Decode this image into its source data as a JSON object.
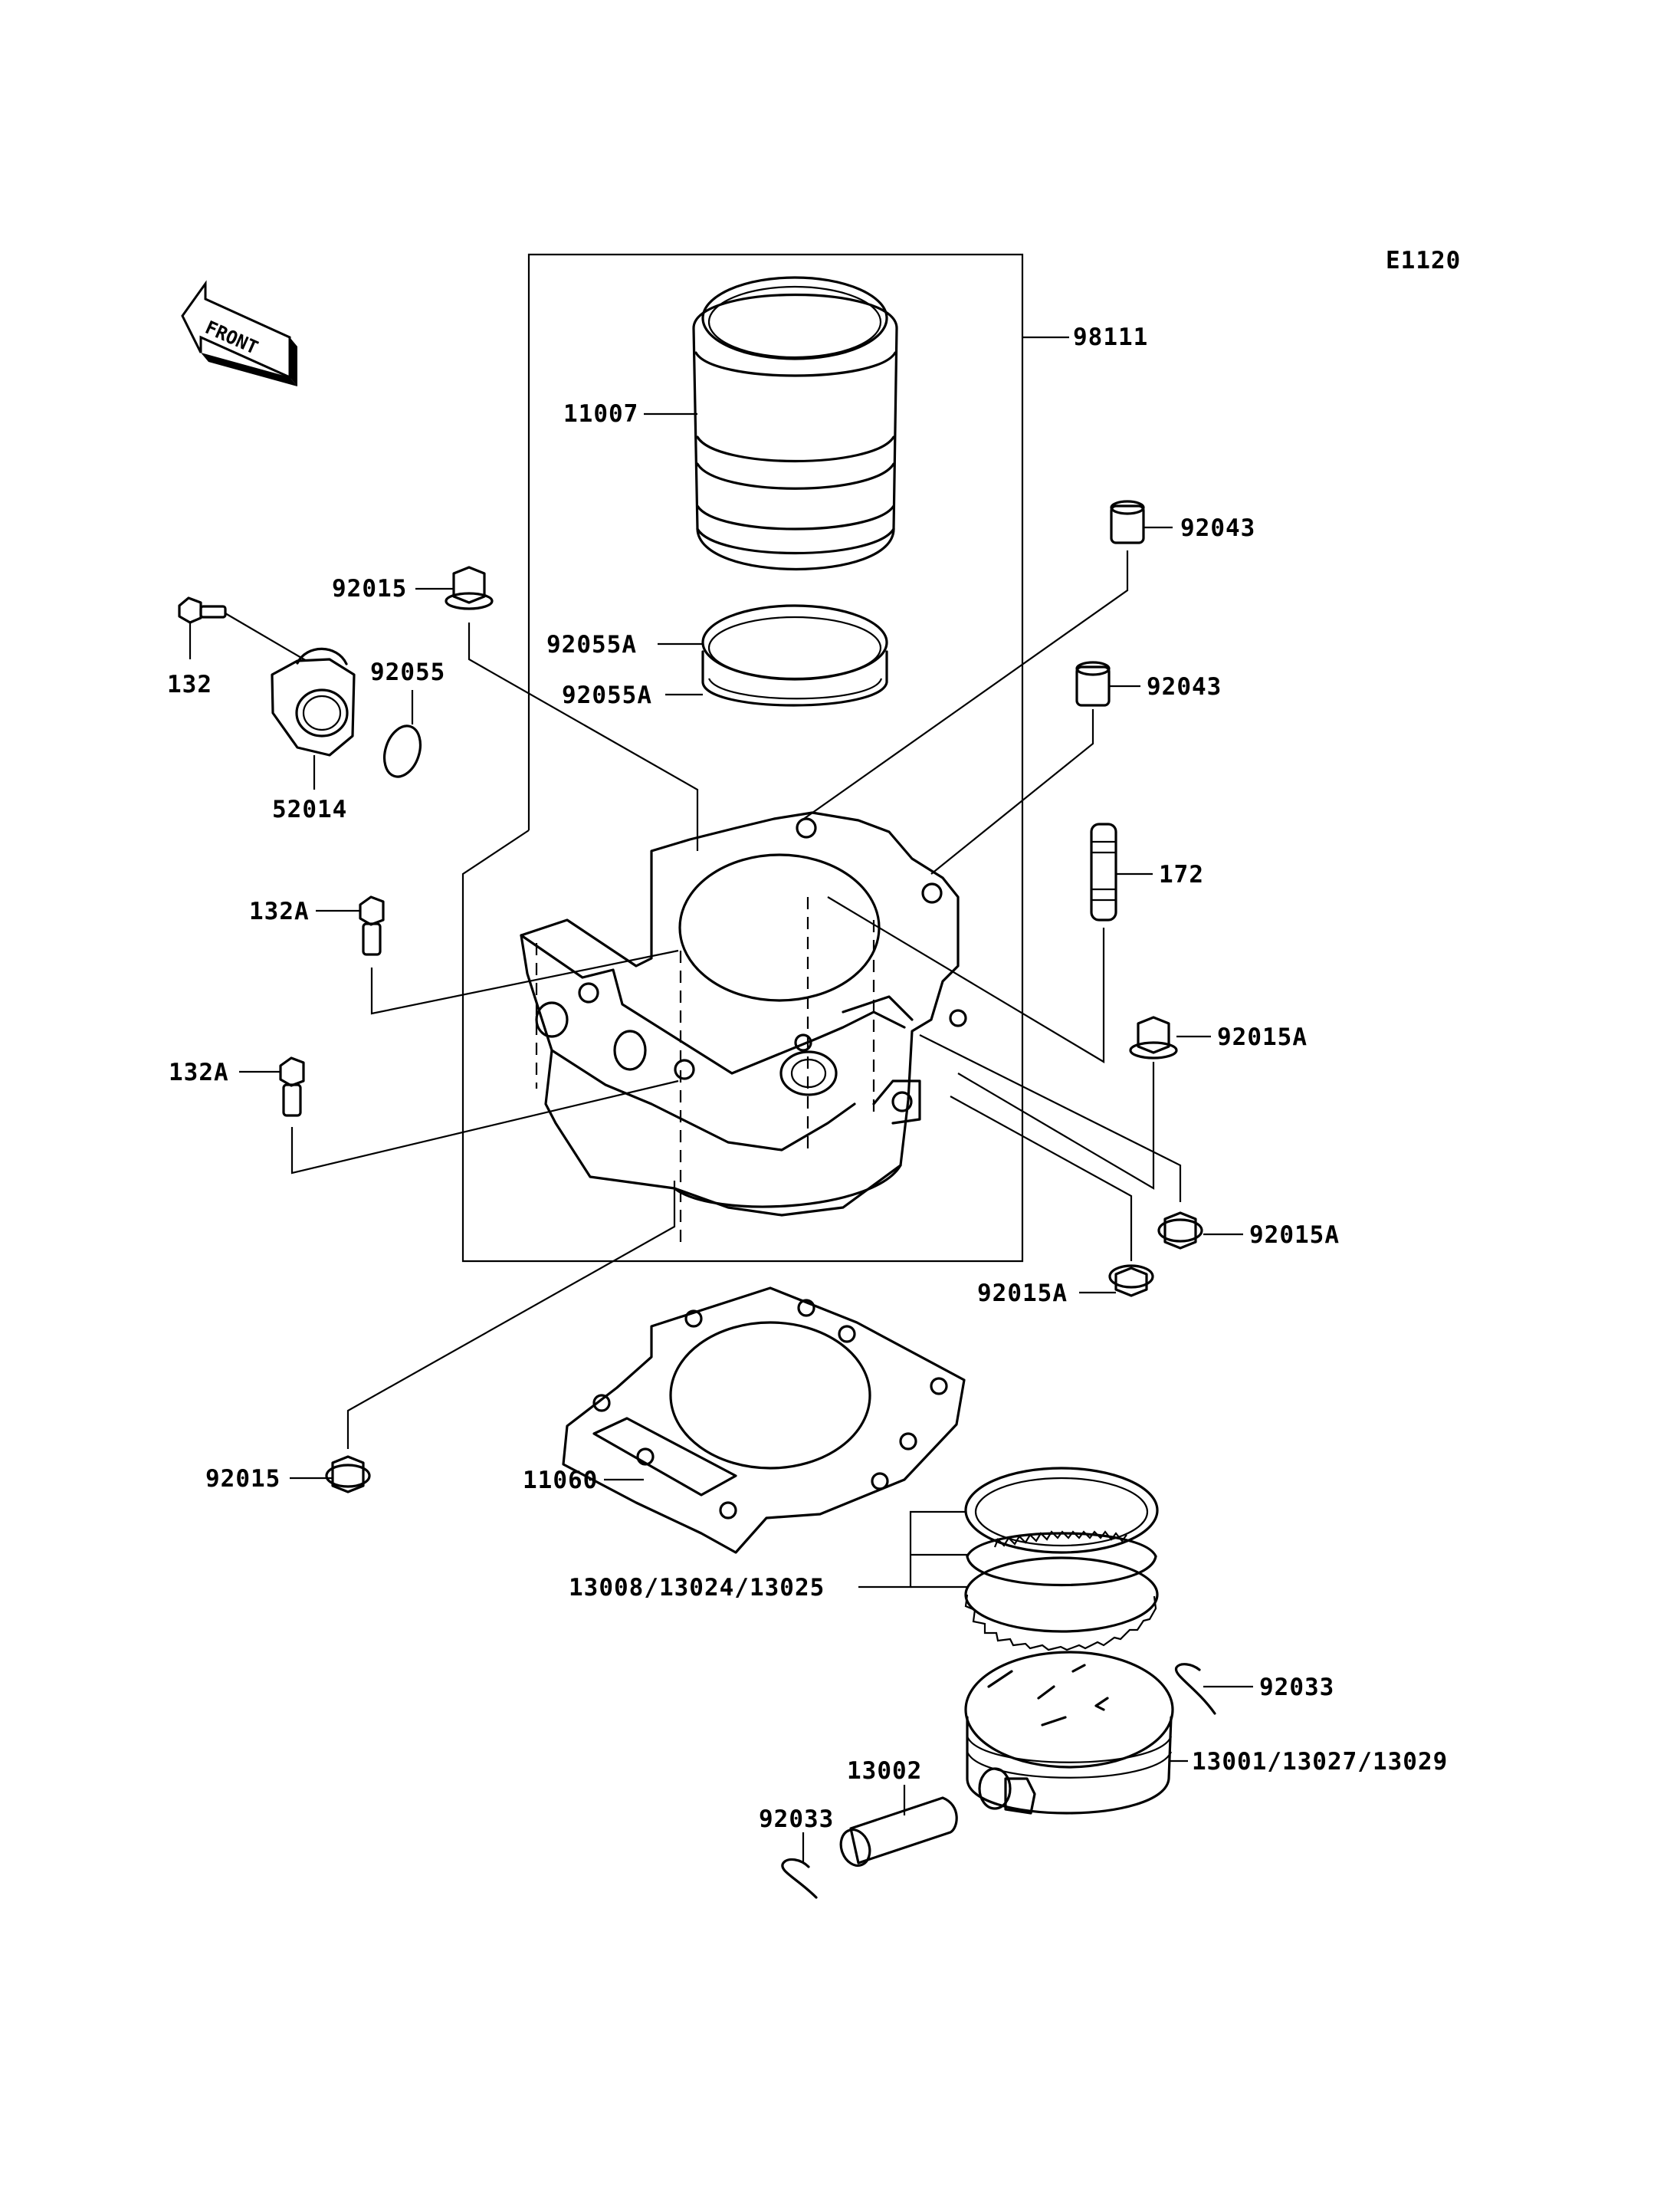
{
  "diagram_code": "E1120",
  "front_badge": "FRONT",
  "labels": {
    "p98111": "98111",
    "p11007": "11007",
    "p92043_top": "92043",
    "p92043_mid": "92043",
    "p92015_top": "92015",
    "p132": "132",
    "p92055": "92055",
    "p52014": "52014",
    "p92055A_1": "92055A",
    "p92055A_2": "92055A",
    "p172": "172",
    "p132A_1": "132A",
    "p132A_2": "132A",
    "p92015A_1": "92015A",
    "p92015A_2": "92015A",
    "p92015A_3": "92015A",
    "p92015_bottom": "92015",
    "p11060": "11060",
    "p13008": "13008/13024/13025",
    "p92033_right": "92033",
    "p13001": "13001/13027/13029",
    "p13002": "13002",
    "p92033_left": "92033"
  }
}
